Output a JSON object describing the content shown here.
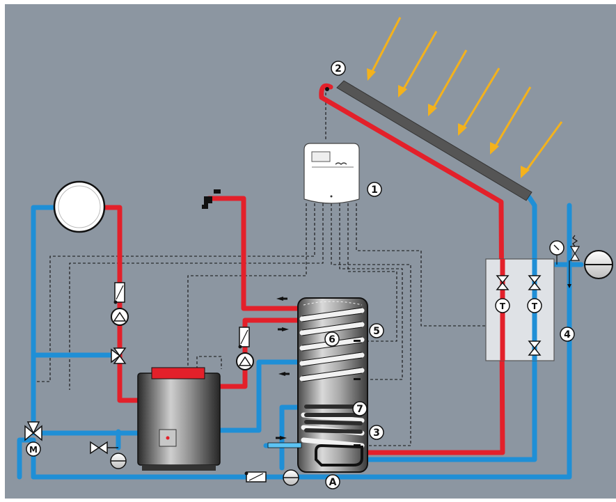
{
  "title": "",
  "colors": {
    "background": "#8c96a1",
    "hot_pipe": "#e3202a",
    "cold_pipe": "#1f8fd6",
    "arrow": "#f4b21c",
    "collector": "#555555",
    "station_panel": "#dfe2e6",
    "burner": "#e3202a"
  },
  "icons": {
    "sun_rays": "solar-arrow-icon",
    "faucet": "tap-icon",
    "thermometer": "temperature-gauge-icon",
    "safety_valve": "pressure-relief-icon",
    "expansion_vessel": "expansion-tank-icon",
    "pump": "pump-icon",
    "valve": "valve-icon",
    "flow_meter": "flow-meter-icon",
    "mixer": "mixing-valve-icon"
  },
  "callouts": [
    {
      "id": "controller",
      "label": "1"
    },
    {
      "id": "collector",
      "label": "2"
    },
    {
      "id": "sensor-bottom",
      "label": "3"
    },
    {
      "id": "solar-station",
      "label": "4"
    },
    {
      "id": "sensor-top",
      "label": "5"
    },
    {
      "id": "coil-upper",
      "label": "6"
    },
    {
      "id": "coil-lower",
      "label": "7"
    }
  ],
  "tank_label": "A",
  "motor_label": "M",
  "thermo_label": "T"
}
